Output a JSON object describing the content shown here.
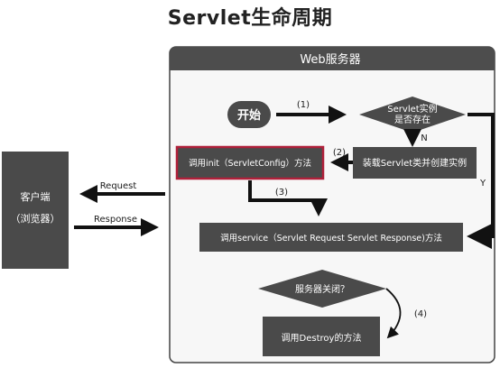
{
  "title": "Servlet生命周期",
  "server": {
    "header": "Web服务器"
  },
  "client": {
    "line1": "客户端",
    "line2": "（浏览器）"
  },
  "nodes": {
    "start": "开始",
    "exists_line1": "Servlet实例",
    "exists_line2": "是否存在",
    "load_create": "装载Servlet类并创建实例",
    "init": "调用init（ServletConfig）方法",
    "service": "调用service（Servlet Request Servlet Response)方法",
    "shutdown": "服务器关闭？",
    "destroy": "调用Destroy的方法"
  },
  "edges": {
    "e1": "(1)",
    "e2": "(2)",
    "e3": "(3)",
    "e4": "(4)",
    "no": "N",
    "yes": "Y",
    "request": "Request",
    "response": "Response"
  },
  "colors": {
    "box": "#4a4a4a",
    "frame_header": "#4d4d4d",
    "frame_fill": "#f7f7f7",
    "highlight": "#b0203a",
    "arrow": "#111111"
  }
}
